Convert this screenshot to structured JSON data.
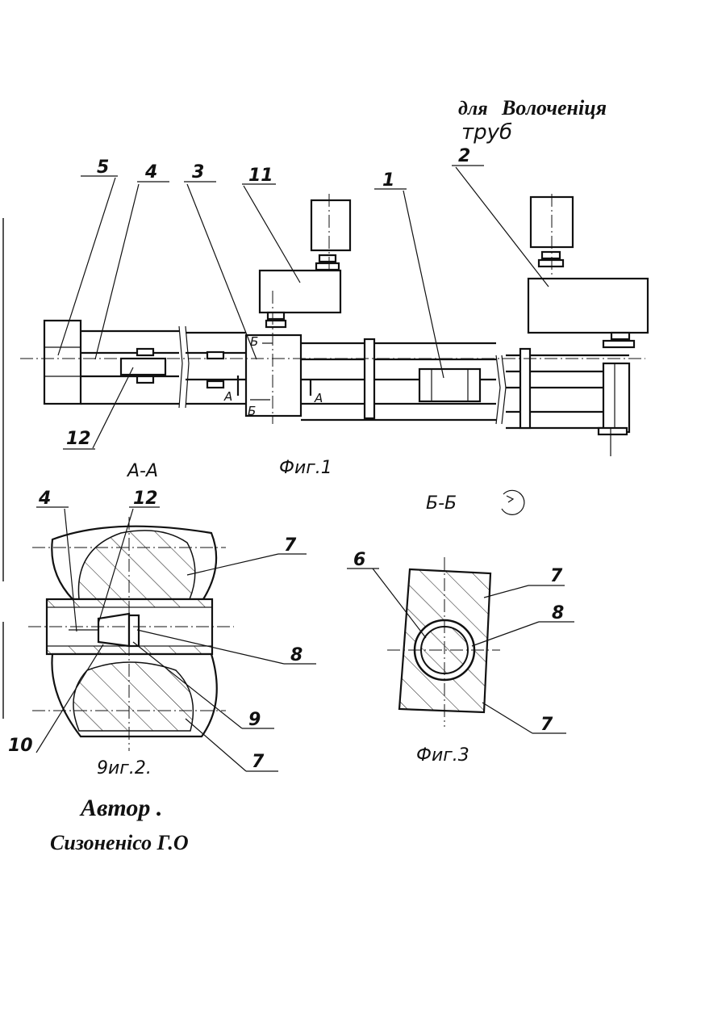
{
  "header": {
    "line1_prefix": "для",
    "line1_title": "Волоченіця",
    "line2": "труб"
  },
  "fig1": {
    "caption": "Фиг.1",
    "labels": [
      "5",
      "4",
      "3",
      "11",
      "1",
      "2",
      "12"
    ],
    "section_marks": [
      "Б",
      "Б",
      "А",
      "А"
    ]
  },
  "fig2": {
    "section_title": "А-А",
    "caption": "9иг.2.",
    "labels": [
      "4",
      "12",
      "7",
      "8",
      "9",
      "10",
      "7"
    ]
  },
  "fig3": {
    "section_title": "Б-Б",
    "caption": "Фиг.3",
    "labels": [
      "6",
      "7",
      "8",
      "7"
    ]
  },
  "author": {
    "title": "Автор .",
    "name": "Сизоненісо Г.О"
  }
}
